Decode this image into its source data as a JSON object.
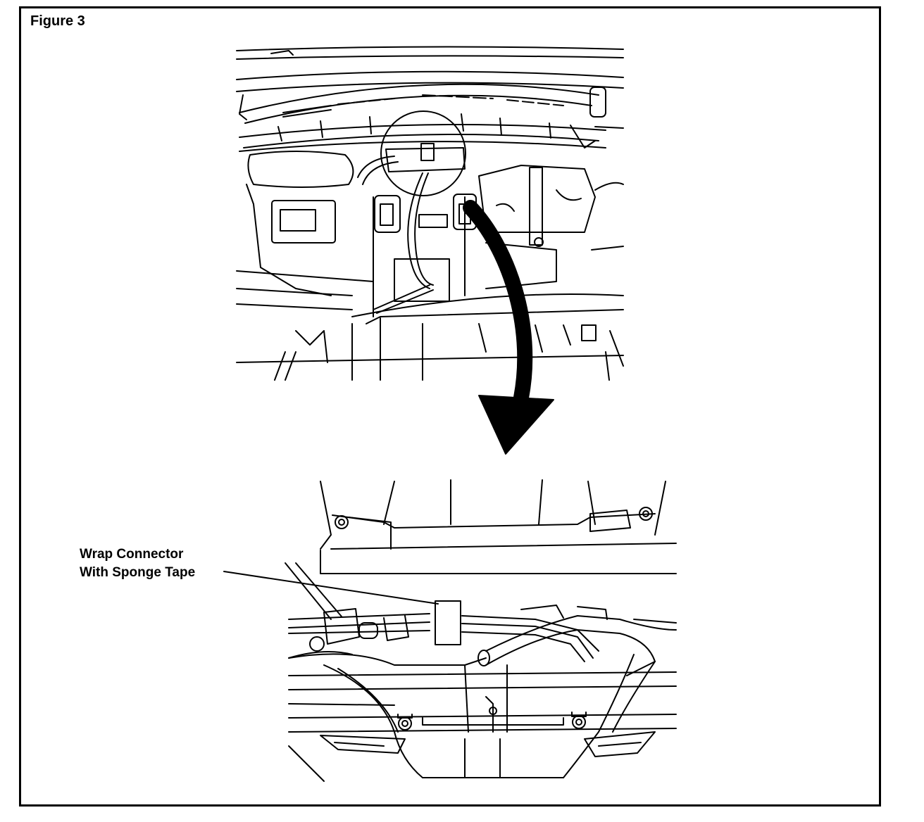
{
  "figure": {
    "title": "Figure 3",
    "callout": {
      "line1": "Wrap Connector",
      "line2": "With Sponge Tape"
    }
  },
  "colors": {
    "ink": "#000000",
    "paper": "#ffffff"
  }
}
